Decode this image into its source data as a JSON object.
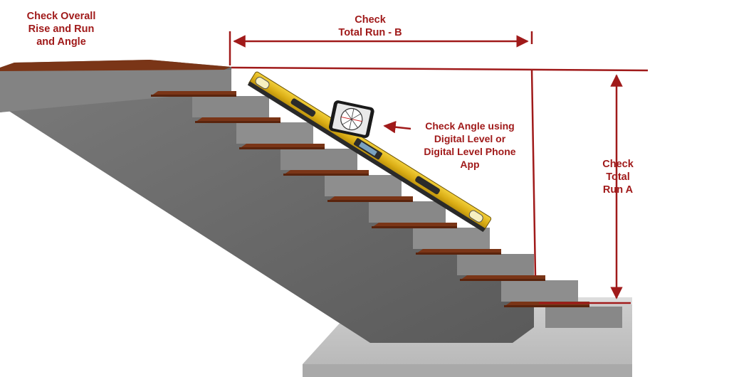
{
  "labels": {
    "overall": [
      "Check Overall",
      "Rise and Run",
      "and Angle"
    ],
    "total_run_b": [
      "Check",
      "Total Run - B"
    ],
    "angle": [
      "Check Angle using",
      "Digital Level or",
      "Digital Level Phone",
      "App"
    ],
    "total_run_a": [
      "Check",
      "Total",
      "Run A"
    ]
  },
  "colors": {
    "annotation": "#a01a1a",
    "wall": "#6a6a6a",
    "riser": "#8a8a8a",
    "tread": "#7a3517",
    "level_body": "#e0b620",
    "floor": "#c4c4c4"
  },
  "icons": {
    "level": "spirit-level-icon",
    "phone": "phone-level-app-icon"
  }
}
